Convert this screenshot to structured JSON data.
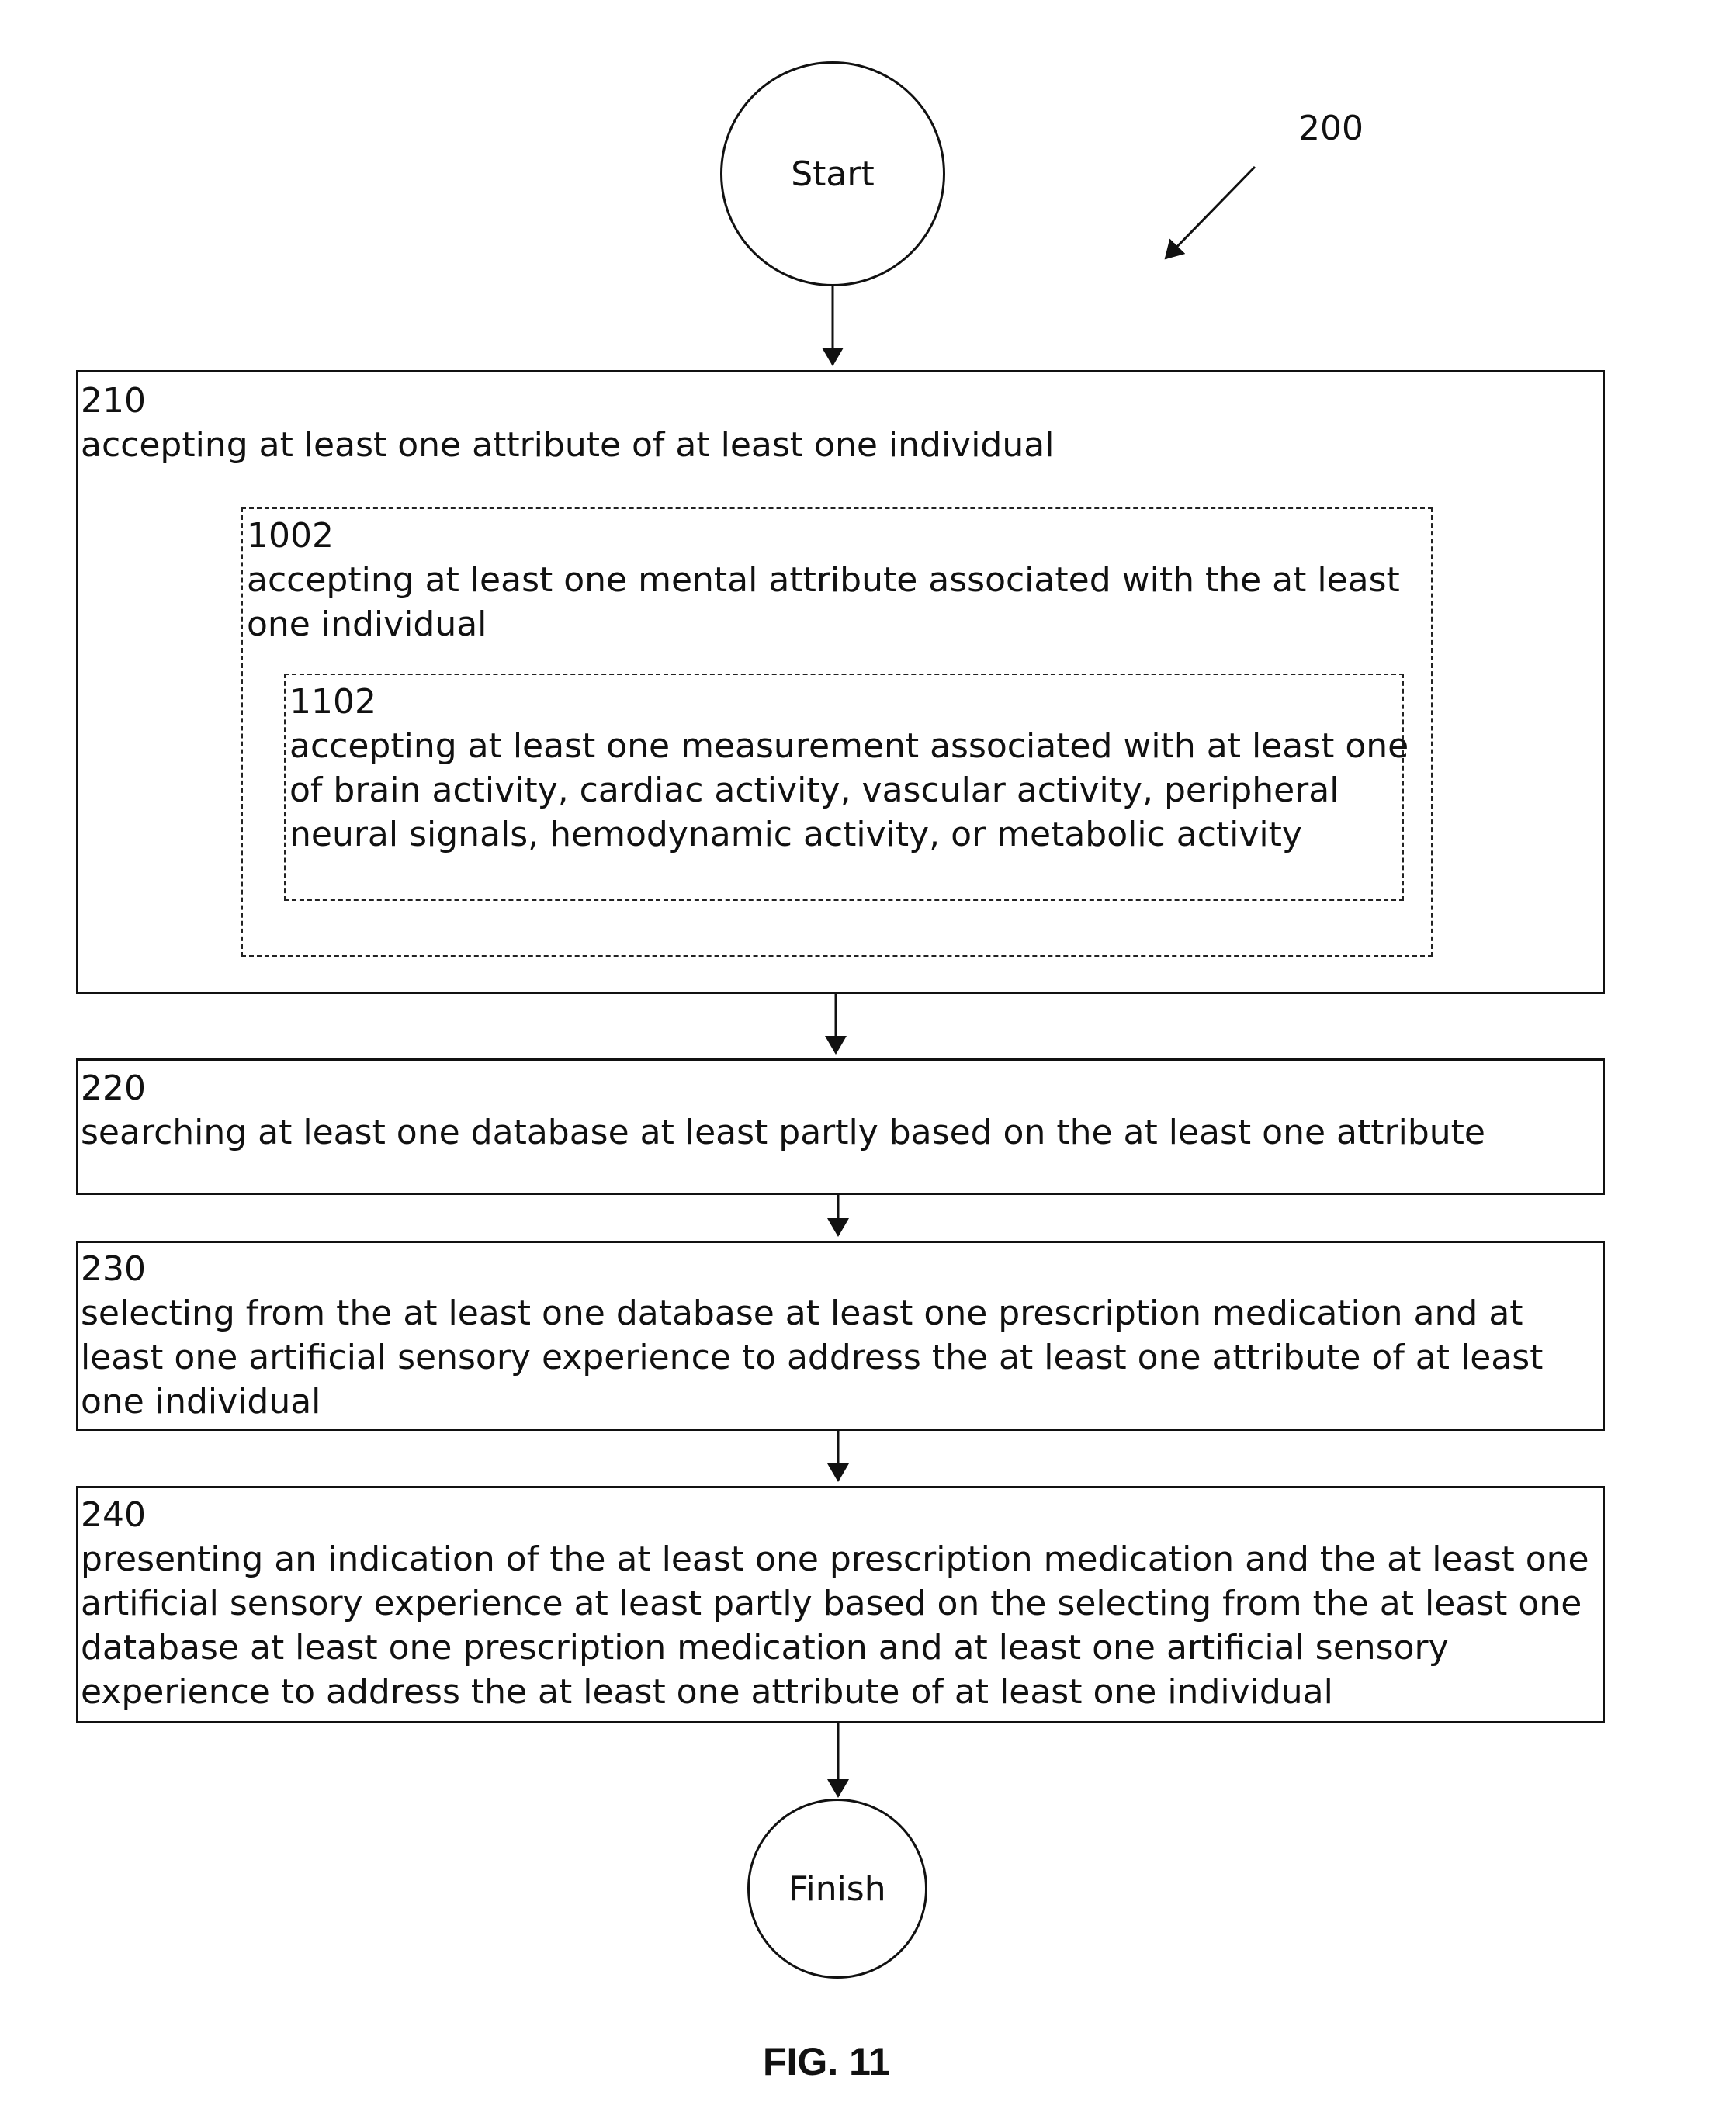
{
  "figure_ref": "200",
  "start_label": "Start",
  "finish_label": "Finish",
  "step210": {
    "num": "210",
    "lines": [
      "accepting at least one attribute of at least one individual"
    ]
  },
  "step1002": {
    "num": "1002",
    "lines": [
      "accepting at least one mental attribute associated with the at least",
      "one individual"
    ]
  },
  "step1102": {
    "num": "1102",
    "lines": [
      "accepting at least one measurement associated with at least one",
      "of brain activity, cardiac activity, vascular activity, peripheral",
      "neural signals, hemodynamic activity, or metabolic activity"
    ]
  },
  "step220": {
    "num": "220",
    "lines": [
      "searching at least one database at least partly based on the at least one attribute"
    ]
  },
  "step230": {
    "num": "230",
    "lines": [
      "selecting from the at least one database at least one prescription medication and at",
      "least one artificial sensory experience to address the at least one attribute of at least",
      "one individual"
    ]
  },
  "step240": {
    "num": "240",
    "lines": [
      "presenting an indication of the at least one prescription medication and the at least one",
      "artificial sensory experience at least partly based on the selecting from the at least one",
      "database at least one prescription medication and at least one artificial sensory",
      "experience to address the at least one attribute of at least one individual"
    ]
  },
  "figure_caption": "FIG. 11"
}
